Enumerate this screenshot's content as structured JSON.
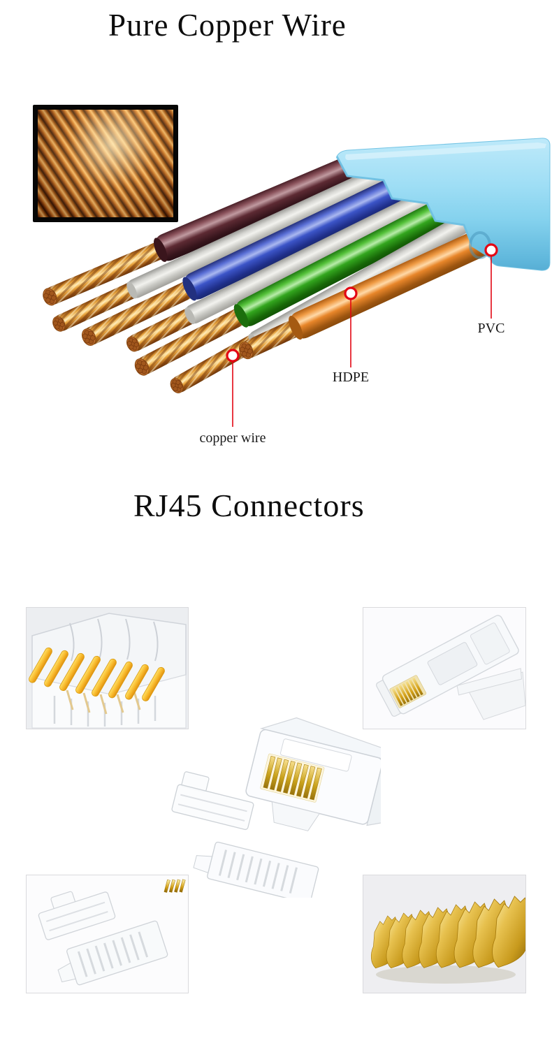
{
  "sections": {
    "copper": {
      "title": "Pure Copper Wire"
    },
    "rj45": {
      "title": "RJ45 Connectors"
    }
  },
  "cable_annotations": {
    "pvc_label": "PVC",
    "hdpe_label": "HDPE",
    "copper_wire_label": "copper wire",
    "annotation_color": "#e30613"
  },
  "cable_colors": {
    "jacket_blue": "#8fd5f0",
    "wire_brown": "#5d2a33",
    "wire_blue": "#3c55c8",
    "wire_green": "#38a81f",
    "wire_orange": "#ec8d2f",
    "spacer_white": "#d9d9d5",
    "copper": "#c97b2a",
    "gold_contacts": "#d4a017"
  },
  "images": {
    "copper_coil_inset": "copper-coil-closeup",
    "flat_cable": "flat-cable-with-stripped-wires",
    "top_left": "rj45-connector-front-pins-closeup",
    "top_right": "rj45-connector-side-view",
    "center": "rj45-connector-exploded-parts",
    "bottom_left": "rj45-load-bar-parts",
    "bottom_right": "gold-plated-contact-pins"
  }
}
